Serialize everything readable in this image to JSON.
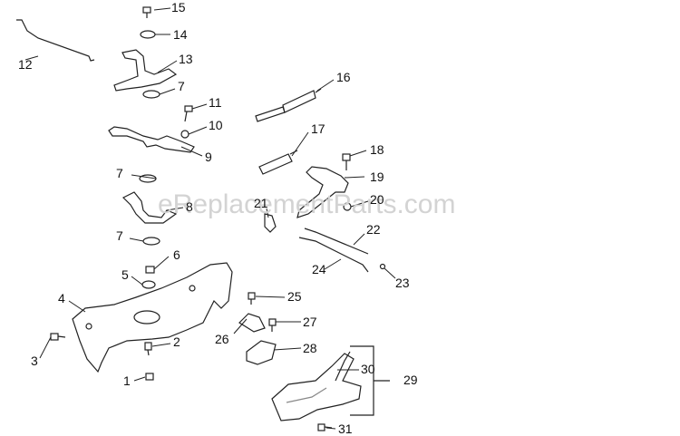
{
  "watermark": "eReplacementParts.com",
  "callouts": {
    "c1": "1",
    "c2": "2",
    "c3": "3",
    "c4": "4",
    "c5": "5",
    "c6": "6",
    "c7a": "7",
    "c7b": "7",
    "c7c": "7",
    "c8": "8",
    "c9": "9",
    "c10": "10",
    "c11": "11",
    "c12": "12",
    "c13": "13",
    "c14": "14",
    "c15": "15",
    "c16": "16",
    "c17": "17",
    "c18": "18",
    "c19": "19",
    "c20": "20",
    "c21": "21",
    "c22": "22",
    "c23": "23",
    "c24": "24",
    "c25": "25",
    "c26": "26",
    "c27": "27",
    "c28": "28",
    "c29": "29",
    "c30": "30",
    "c31": "31"
  },
  "colors": {
    "line": "#222222",
    "fill": "#ffffff",
    "shade": "#bfbfbf",
    "watermark": "#d3d3d3"
  }
}
